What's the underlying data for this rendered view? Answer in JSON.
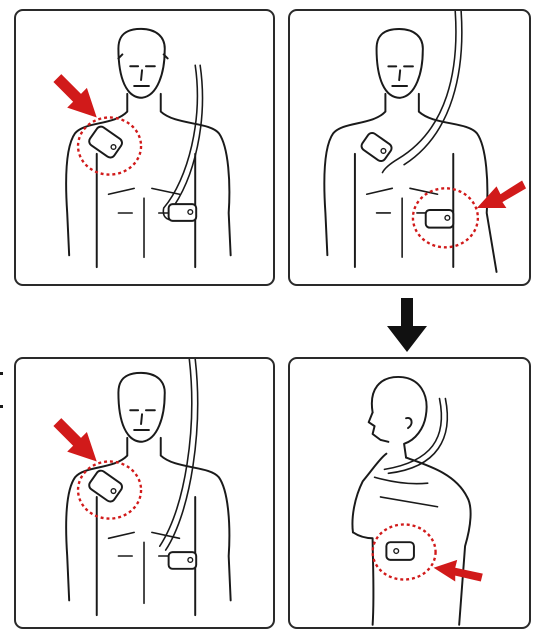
{
  "colors": {
    "outline": "#1a1a1a",
    "accent_red": "#d11a1a",
    "arrow_black": "#111111",
    "background": "#ffffff"
  },
  "panels": [
    {
      "pose": "front",
      "pad_regions": [
        "right-upper-chest",
        "left-lower-ribs"
      ],
      "highlight": "right-upper-chest",
      "arrow": "red-arrow-down-right"
    },
    {
      "pose": "front",
      "pad_regions": [
        "right-upper-chest",
        "left-side-ribs"
      ],
      "highlight": "left-side-ribs",
      "arrow": "red-arrow-left"
    },
    {
      "pose": "front",
      "pad_regions": [
        "right-upper-chest",
        "left-lower-ribs"
      ],
      "highlight": "right-upper-chest",
      "arrow": "red-arrow-down-right"
    },
    {
      "pose": "side",
      "pad_regions": [
        "side-ribs"
      ],
      "highlight": "side-ribs",
      "arrow": "red-arrow-left"
    }
  ],
  "sequence_arrow": {
    "icon": "down-arrow-icon",
    "color": "#111111"
  }
}
